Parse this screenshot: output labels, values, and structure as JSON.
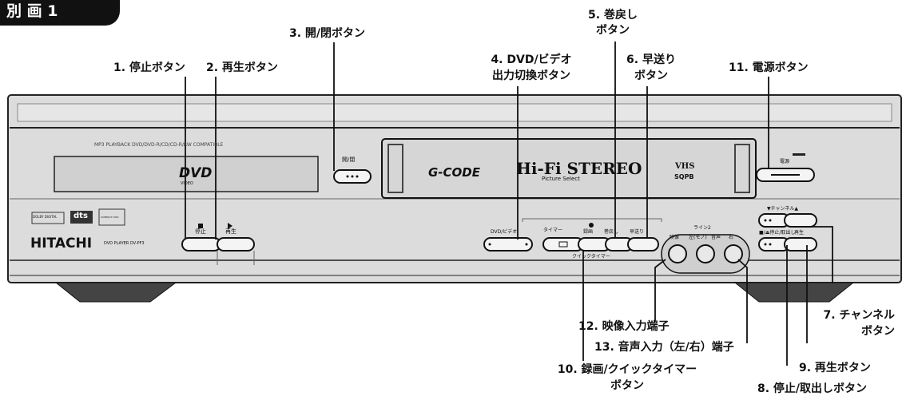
{
  "page": {
    "tab": "別 画 1"
  },
  "callouts": {
    "c1": "1. 停止ボタン",
    "c2": "2. 再生ボタン",
    "c3": "3. 開/閉ボタン",
    "c4a": "4. DVD/ビデオ",
    "c4b": "出力切換ボタン",
    "c5a": "5. 巻戻し",
    "c5b": "ボタン",
    "c6a": "6. 早送り",
    "c6b": "ボタン",
    "c7a": "7. チャンネル",
    "c7b": "ボタン",
    "c8": "8. 停止/取出しボタン",
    "c9": "9. 再生ボタン",
    "c10a": "10. 録画/クイックタイマー",
    "c10b": "ボタン",
    "c11": "11. 電源ボタン",
    "c12": "12. 映像入力端子",
    "c13": "13. 音声入力（左/右）端子"
  },
  "device": {
    "compat": "MP3 PLAYBACK DVD/DVD-R/CD/CD-R/RW COMPATIBLE",
    "open_close": "開/閉",
    "dvd_logo": "DVD",
    "dvd_sub": "VIDEO",
    "dolby": "DOLBY DIGITAL",
    "dts": "dts",
    "cd": "COMPACT DISC",
    "brand": "HITACHI",
    "model": "DVD PLAYER DV-PF3",
    "stop": "停止",
    "play": "再生",
    "gcode": "G-CODE",
    "hifi": "Hi-Fi STEREO",
    "picture_select": "Picture Select",
    "vhs": "VHS",
    "sqpb": "SQPB",
    "power": "電源",
    "dvd_video": "DVD/ビデオ",
    "timer": "タイマー",
    "record": "録画",
    "rewind": "巻戻し",
    "ffwd": "早送り",
    "quick_timer": "クイックタイマー",
    "video_in": "映像",
    "line2": "ライン2",
    "left_mono": "左(モノ)",
    "audio": "音声",
    "right": "右",
    "channel": "▼チャンネル▲",
    "stop_eject": "■/⏏停止/取出し",
    "vcr_play": "再生"
  }
}
